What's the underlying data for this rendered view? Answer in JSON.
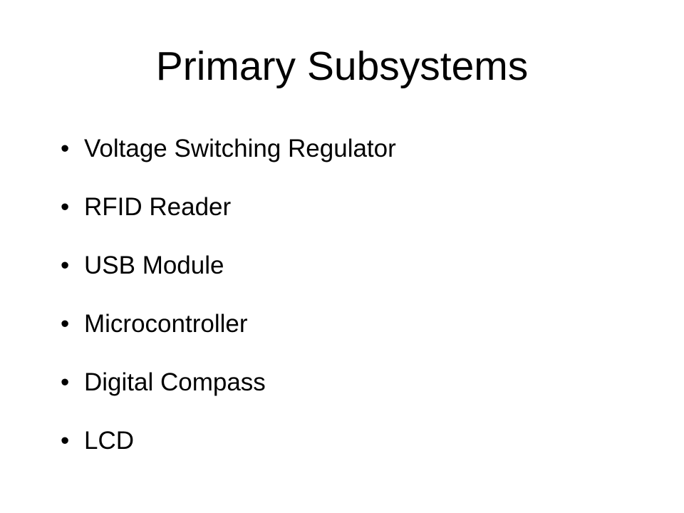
{
  "slide": {
    "title": "Primary Subsystems",
    "bullet_glyph": "•",
    "bullets": [
      "Voltage Switching Regulator",
      "RFID Reader",
      "USB Module",
      "Microcontroller",
      "Digital Compass",
      "LCD"
    ]
  }
}
